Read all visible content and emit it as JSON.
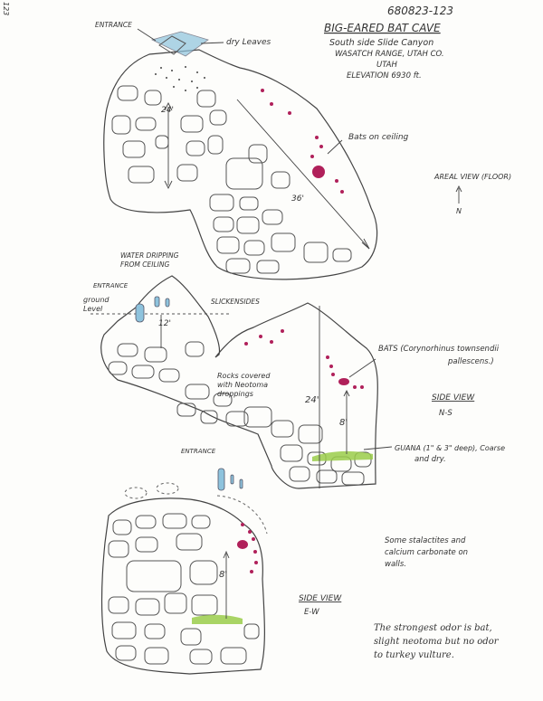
{
  "corner_number": "123",
  "catalog_number": "680823-123",
  "header": {
    "title": "BIG-EARED BAT CAVE",
    "location_line1": "South side Slide Canyon",
    "location_line2": "WASATCH RANGE, UTAH CO.",
    "location_line3": "UTAH",
    "elevation": "ELEVATION 6930 ft."
  },
  "areal_view": {
    "entrance_label": "ENTRANCE",
    "dry_leaves_label": "dry Leaves",
    "dim_width": "24'",
    "dim_length": "36'",
    "bats_label": "Bats on ceiling",
    "view_label": "AREAL VIEW (FLOOR)",
    "north_label": "N"
  },
  "side_view_ns": {
    "water_label_line1": "WATER DRIPPING",
    "water_label_line2": "FROM CEILING",
    "entrance_label": "ENTRANCE",
    "ground_label_line1": "ground",
    "ground_label_line2": "Level",
    "dim_entrance": "12'",
    "slickensides_label": "SLICKENSIDES",
    "rocks_label_line1": "Rocks covered",
    "rocks_label_line2": "with Neotoma",
    "rocks_label_line3": "droppings",
    "dim_height": "24'",
    "dim_bats": "8'",
    "bats_label_line1": "BATS (Corynorhinus townsendii",
    "bats_label_line2": "pallescens.)",
    "view_label": "SIDE VIEW",
    "direction": "N-S",
    "guano_label_line1": "GUANA (1\" & 3\" deep), Coarse",
    "guano_label_line2": "and dry."
  },
  "side_view_ew": {
    "entrance_label": "ENTRANCE",
    "dim_bats": "8'",
    "note_line1": "Some stalactites and",
    "note_line2": "calcium carbonate on",
    "note_line3": "walls.",
    "view_label": "SIDE VIEW",
    "direction": "E-W"
  },
  "footer_note": {
    "line1": "The strongest odor is bat,",
    "line2": "slight neotoma but no odor",
    "line3": "to turkey vulture."
  },
  "colors": {
    "bats": "#b0205a",
    "guano": "#9acd4a",
    "water": "#8ec3dd"
  }
}
